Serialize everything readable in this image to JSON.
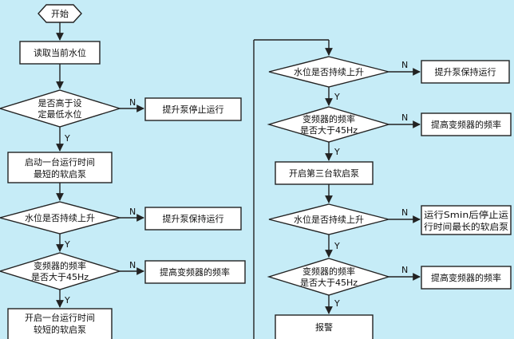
{
  "nodes": {
    "start": "开始",
    "read_level": "读取当前水位",
    "above_min_line1": "是否高于设",
    "above_min_line2": "定最低水位",
    "stop_pump": "提升泵停止运行",
    "start_one_line1": "启动一台运行时间",
    "start_one_line2": "最短的软启泵",
    "rise1": "水位是否持续上升",
    "keep1": "提升泵保持运行",
    "freq1_line1": "变频器的频率",
    "freq1_line2": "是否大于45Hz",
    "raise_freq1": "提高变频器的频率",
    "start_two_line1": "开启一台运行时间",
    "start_two_line2": "较短的软启泵",
    "rise2": "水位是否持续上升",
    "keep2": "提升泵保持运行",
    "freq2_line1": "变频器的频率",
    "freq2_line2": "是否大于45Hz",
    "raise_freq2": "提高变频器的频率",
    "start_third": "开启第三台软启泵",
    "rise3": "水位是否持续上升",
    "stop_longest_line1": "运行Smin后停止运",
    "stop_longest_line2": "行时间最长的软启泵",
    "freq3_line1": "变频器的频率",
    "freq3_line2": "是否大于45Hz",
    "raise_freq3": "提高变频器的频率",
    "alarm": "报警"
  },
  "branch_labels": {
    "yes": "Y",
    "no": "N"
  },
  "colors": {
    "background": "#c6ecf7",
    "box_fill": "#ffffff",
    "stroke": "#222222"
  }
}
